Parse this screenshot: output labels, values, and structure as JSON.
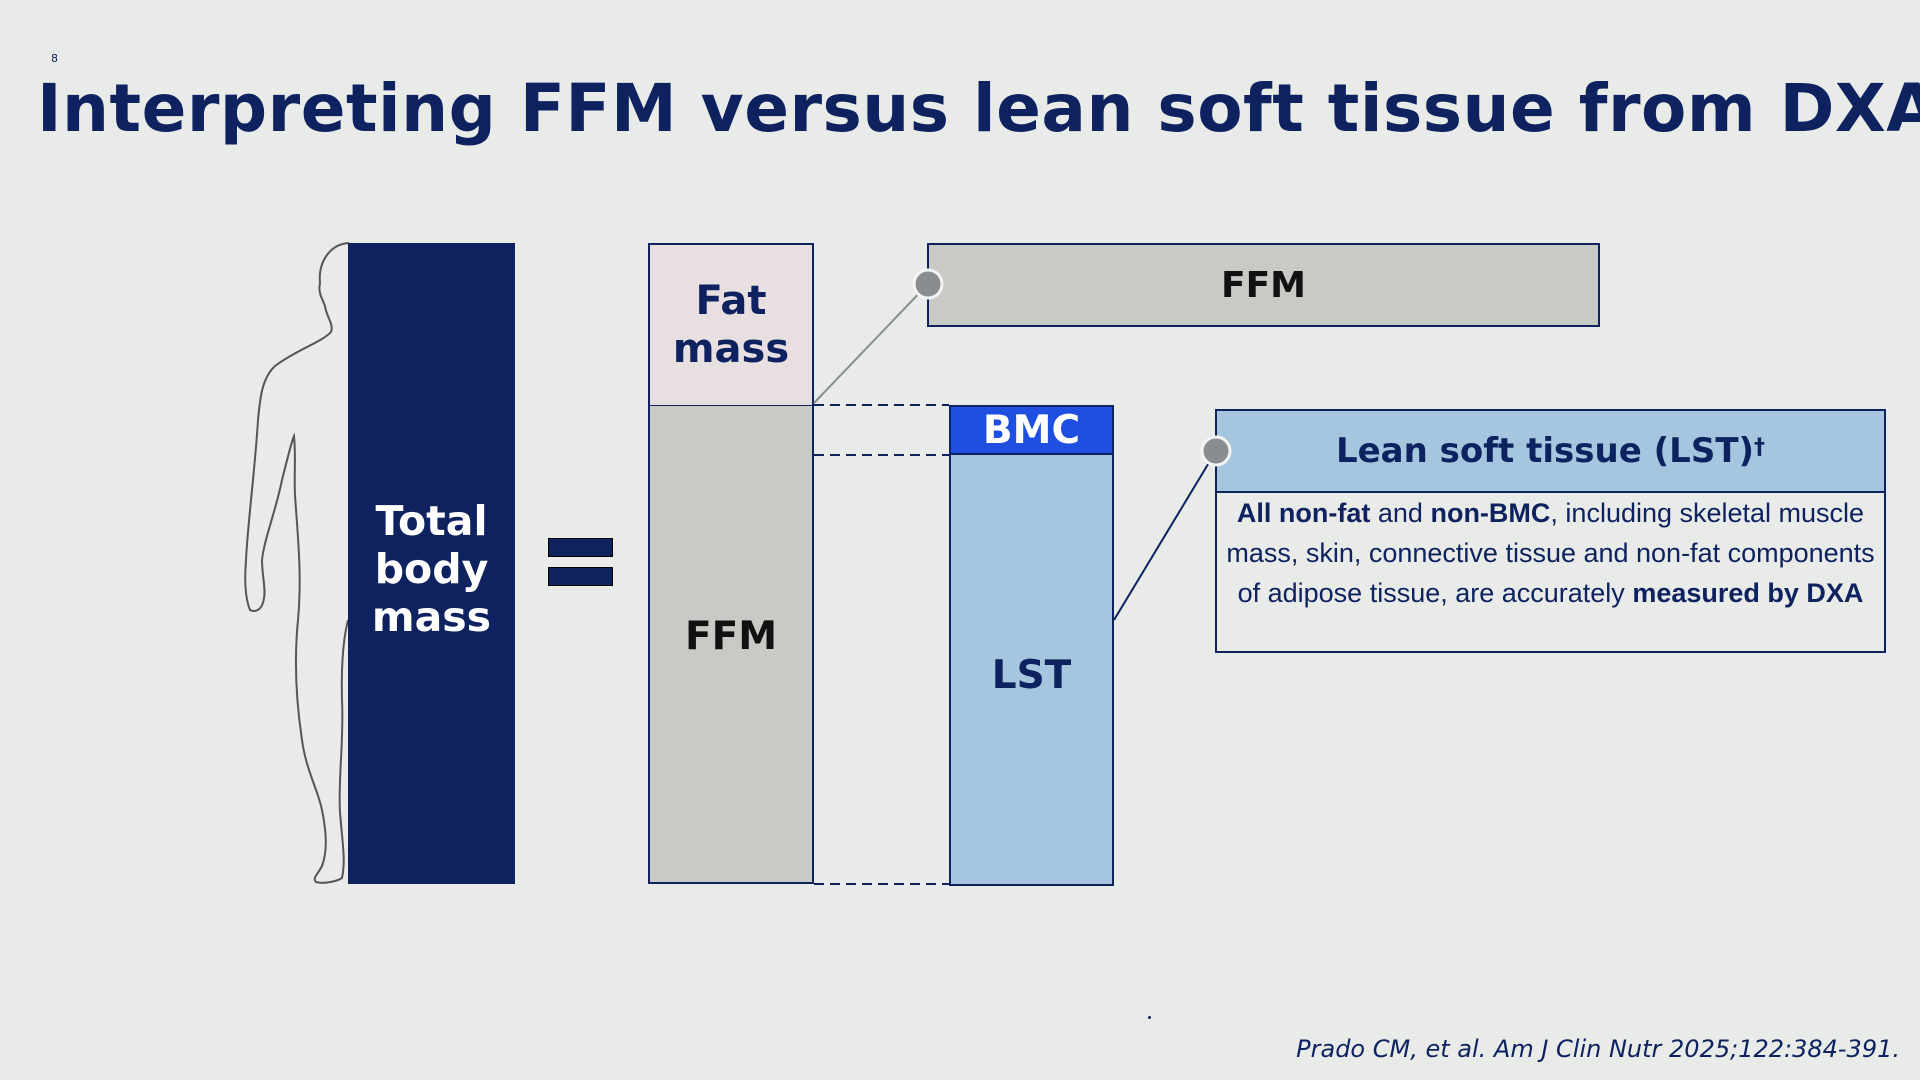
{
  "slide": {
    "number": "8"
  },
  "title": "Interpreting FFM versus lean soft tissue from DXA",
  "diagram": {
    "total_body_mass": [
      "Total",
      "body",
      "mass"
    ],
    "fat_mass": [
      "Fat",
      "mass"
    ],
    "ffm_label": "FFM",
    "bmc_label": "BMC",
    "lst_label": "LST",
    "ffm_header": "FFM",
    "lst_card": {
      "title": "Lean soft tissue (LST)",
      "title_mark": "†",
      "desc": [
        {
          "bold": "All non-fat",
          "text": " and "
        },
        {
          "bold": "non-BMC",
          "text": ", including skeletal muscle mass, skin, connective tissue and non-fat components of adipose tissue, are accurately "
        },
        {
          "bold": "measured by DXA",
          "text": ""
        }
      ]
    },
    "colors": {
      "navy": "#0e2260",
      "fat_fill": "#e8dfe0",
      "ffm_fill": "#c8cac6",
      "bmc_fill": "#1f4fe0",
      "lst_fill": "#a5c6de",
      "connector_dot": "#8a8d90"
    },
    "icons": [
      "human-silhouette-icon"
    ]
  },
  "citation": "Prado CM, et al. Am J Clin Nutr 2025;122:384-391."
}
